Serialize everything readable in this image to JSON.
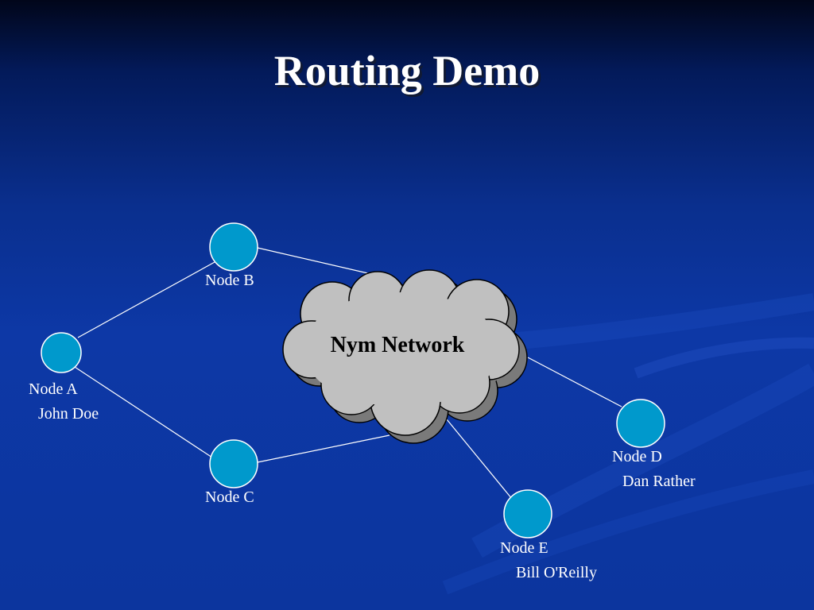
{
  "slide": {
    "title": "Routing Demo"
  },
  "colors": {
    "background": "#0c359e",
    "node_fill": "#0099cc",
    "cloud_fill": "#c0c0c0",
    "link_line": "#ffffff",
    "text": "#ffffff"
  },
  "diagram": {
    "cloud": {
      "label": "Nym Network"
    },
    "nodes": [
      {
        "id": "a",
        "name": "Node A",
        "user": "John Doe"
      },
      {
        "id": "b",
        "name": "Node B",
        "user": ""
      },
      {
        "id": "c",
        "name": "Node C",
        "user": ""
      },
      {
        "id": "d",
        "name": "Node D",
        "user": "Dan Rather"
      },
      {
        "id": "e",
        "name": "Node E",
        "user": "Bill O'Reilly"
      }
    ],
    "links": [
      [
        "a",
        "b"
      ],
      [
        "a",
        "c"
      ],
      [
        "b",
        "cloud"
      ],
      [
        "c",
        "cloud"
      ],
      [
        "cloud",
        "d"
      ],
      [
        "cloud",
        "e"
      ]
    ]
  }
}
